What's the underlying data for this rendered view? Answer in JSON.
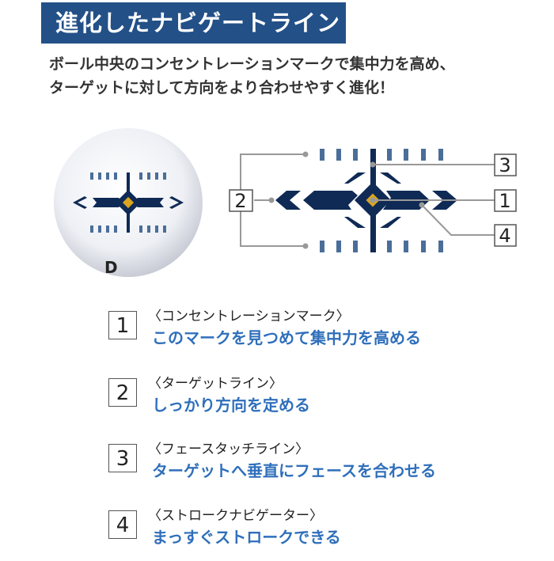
{
  "title": "進化したナビゲートライン",
  "intro": [
    "ボール中央のコンセントレーションマークで集中力を高め、",
    "ターゲットに対して方向をより合わせやすく進化！"
  ],
  "diagram_labels": [
    "1",
    "2",
    "3",
    "4"
  ],
  "items": [
    {
      "num": "1",
      "heading": "〈コンセントレーションマーク〉",
      "desc": "このマークを見つめて集中力を高める"
    },
    {
      "num": "2",
      "heading": "〈ターゲットライン〉",
      "desc": "しっかり方向を定める"
    },
    {
      "num": "3",
      "heading": "〈フェースタッチライン〉",
      "desc": "ターゲットへ垂直にフェースを合わせる"
    },
    {
      "num": "4",
      "heading": "〈ストロークナビゲーター〉",
      "desc": "まっすぐストロークできる"
    }
  ],
  "colors": {
    "title_bg": "#235087",
    "navy": "#0f2a55",
    "blue_text": "#2f6fbb",
    "gold": "#d9a520"
  }
}
